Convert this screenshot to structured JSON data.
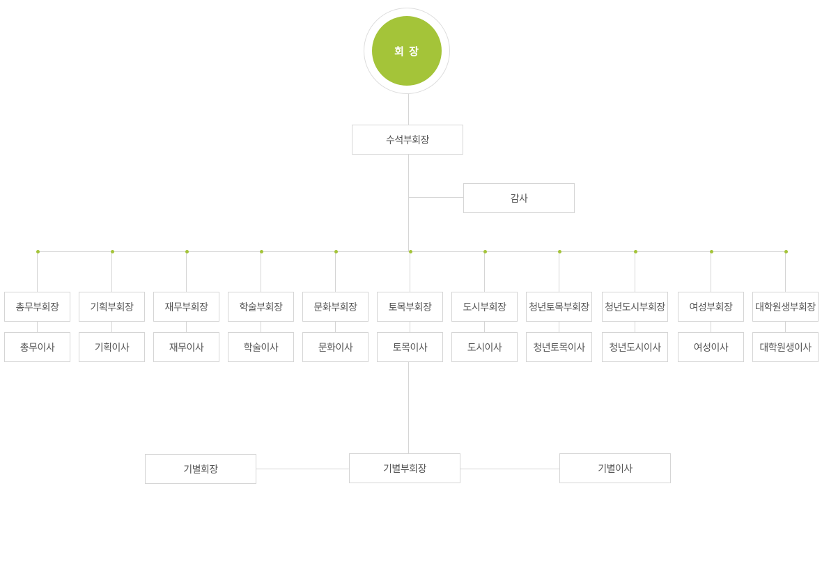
{
  "top": {
    "president": "회 장",
    "senior_vp": "수석부회장",
    "auditor": "감사"
  },
  "divisions": [
    {
      "vp": "총무부회장",
      "director": "총무이사"
    },
    {
      "vp": "기획부회장",
      "director": "기획이사"
    },
    {
      "vp": "재무부회장",
      "director": "재무이사"
    },
    {
      "vp": "학술부회장",
      "director": "학술이사"
    },
    {
      "vp": "문화부회장",
      "director": "문화이사"
    },
    {
      "vp": "토목부회장",
      "director": "토목이사"
    },
    {
      "vp": "도시부회장",
      "director": "도시이사"
    },
    {
      "vp": "청년토목부회장",
      "director": "청년토목이사"
    },
    {
      "vp": "청년도시부회장",
      "director": "청년도시이사"
    },
    {
      "vp": "여성부회장",
      "director": "여성이사"
    },
    {
      "vp": "대학원생부회장",
      "director": "대학원생이사"
    }
  ],
  "class": {
    "president": "기별회장",
    "vp": "기별부회장",
    "director": "기별이사"
  },
  "colors": {
    "accent": "#a4c439",
    "line": "#d5d5d5",
    "text": "#555555"
  }
}
